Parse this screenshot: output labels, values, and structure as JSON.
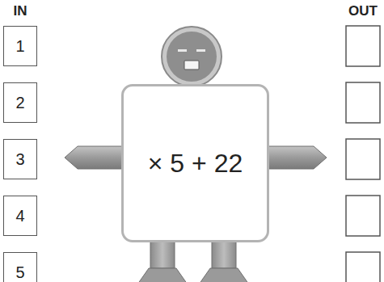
{
  "diagram": {
    "nodes": [
      {
        "text": [
          "1"
        ]
      },
      {
        "text": [
          "2"
        ]
      },
      {
        "text": [
          "3"
        ]
      },
      {
        "text": [
          "4"
        ]
      },
      {
        "text": [
          "5"
        ]
      },
      {
        "text": [
          "× 5 + 22"
        ]
      }
    ],
    "labels": [
      "IN",
      "OUT"
    ]
  }
}
